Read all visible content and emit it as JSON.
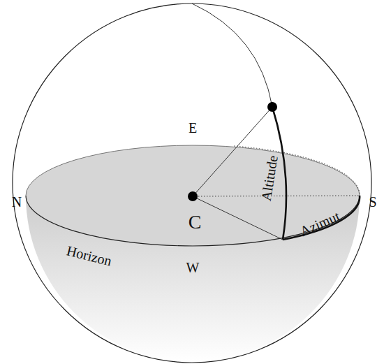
{
  "diagram": {
    "labels": [
      "E",
      "N",
      "C",
      "S",
      "W",
      "Horizon",
      "Altitude",
      "Azimut"
    ]
  }
}
